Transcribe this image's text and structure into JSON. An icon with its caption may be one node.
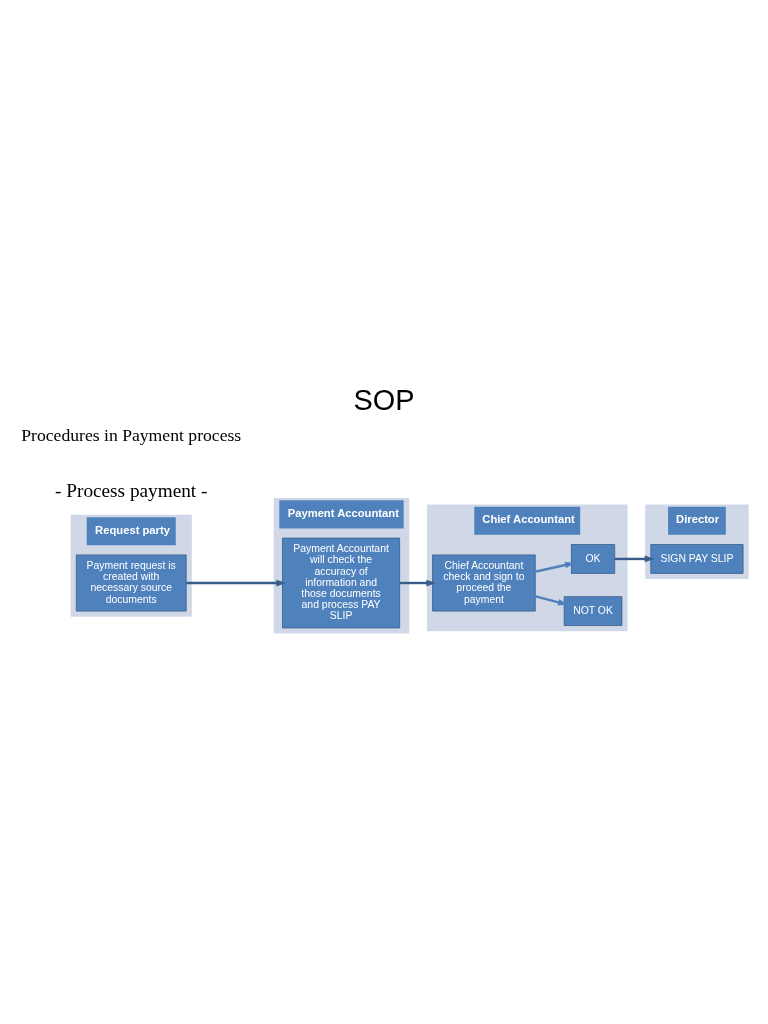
{
  "diagram": {
    "title": "SOP",
    "nodes": [
      {
        "text": [
          "Request party"
        ]
      },
      {
        "text": [
          "Payment Accountant"
        ]
      },
      {
        "text": [
          "Chief Accountant"
        ]
      },
      {
        "text": [
          "Director"
        ]
      },
      {
        "text": [
          "Payment request is created with necessary source documents"
        ],
        "in": 0
      },
      {
        "text": [
          "Payment Accountant  will check the accuracy of information and those documents and process PAY SLIP"
        ],
        "in": 1
      },
      {
        "text": [
          "Chief Accountant check and sign to proceed the payment"
        ],
        "in": 2
      },
      {
        "text": [
          "NOT OK"
        ],
        "in": 2
      },
      {
        "text": [
          "OK"
        ],
        "in": 2
      },
      {
        "text": [
          "SIGN PAY SLIP"
        ],
        "in": 3
      }
    ],
    "edges": [
      {
        "from": 4,
        "to": 5,
        "arrow": "to"
      },
      {
        "from": 5,
        "to": 6,
        "arrow": "to"
      },
      {
        "from": 6,
        "to": 7,
        "arrow": "to",
        "color": "#4f81bd"
      },
      {
        "from": 6,
        "to": 8,
        "arrow": "to",
        "color": "#4f81bd"
      },
      {
        "from": 8,
        "to": 9,
        "arrow": "to"
      }
    ],
    "labels": [
      "- Process payment -",
      "Procedures in Payment process"
    ]
  }
}
